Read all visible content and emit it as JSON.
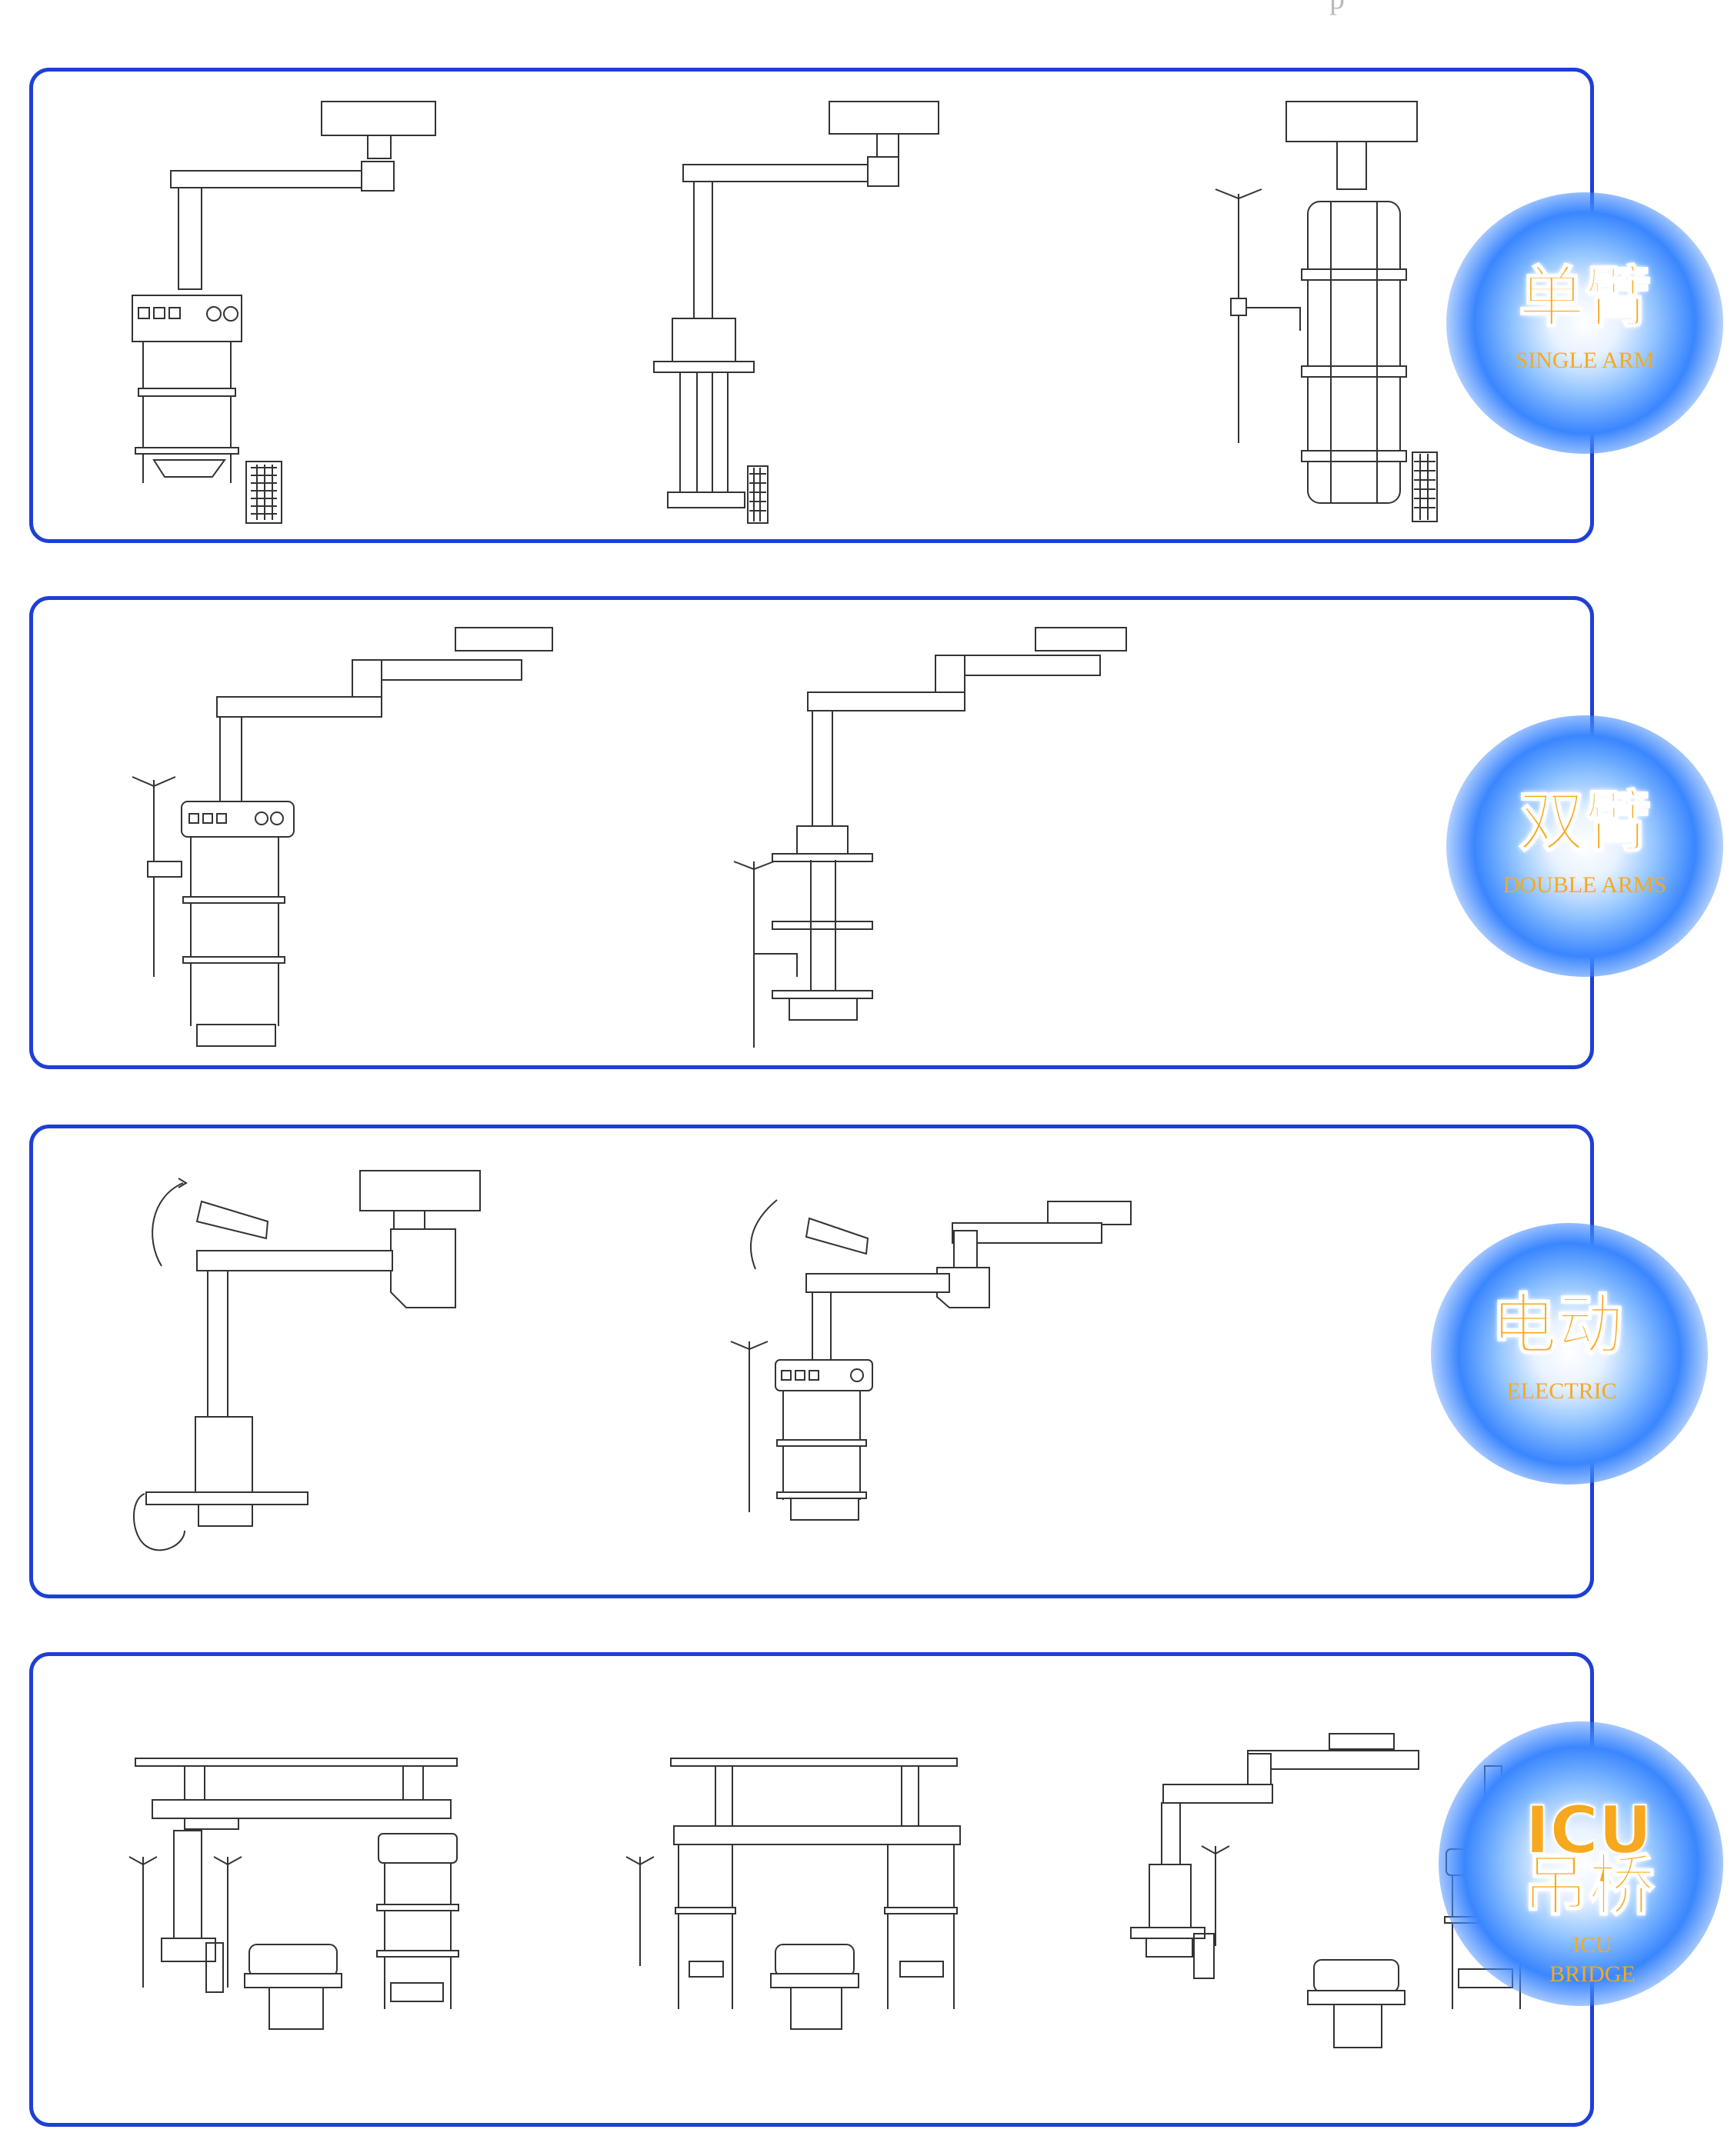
{
  "top_fragment": "p",
  "sections": [
    {
      "cn": "单臂",
      "en": "SINGLE ARM",
      "en2": ""
    },
    {
      "cn": "双臂",
      "en": "DOUBLE ARMS",
      "en2": ""
    },
    {
      "cn": "电动",
      "en": "ELECTRIC",
      "en2": ""
    },
    {
      "cn": "ICU\n吊桥",
      "en": "ICU",
      "en2": "BRIDGE"
    }
  ],
  "colors": {
    "panel_border": "#1e3fd6",
    "label": "#f7a81e",
    "glow": "#3a86ff"
  }
}
